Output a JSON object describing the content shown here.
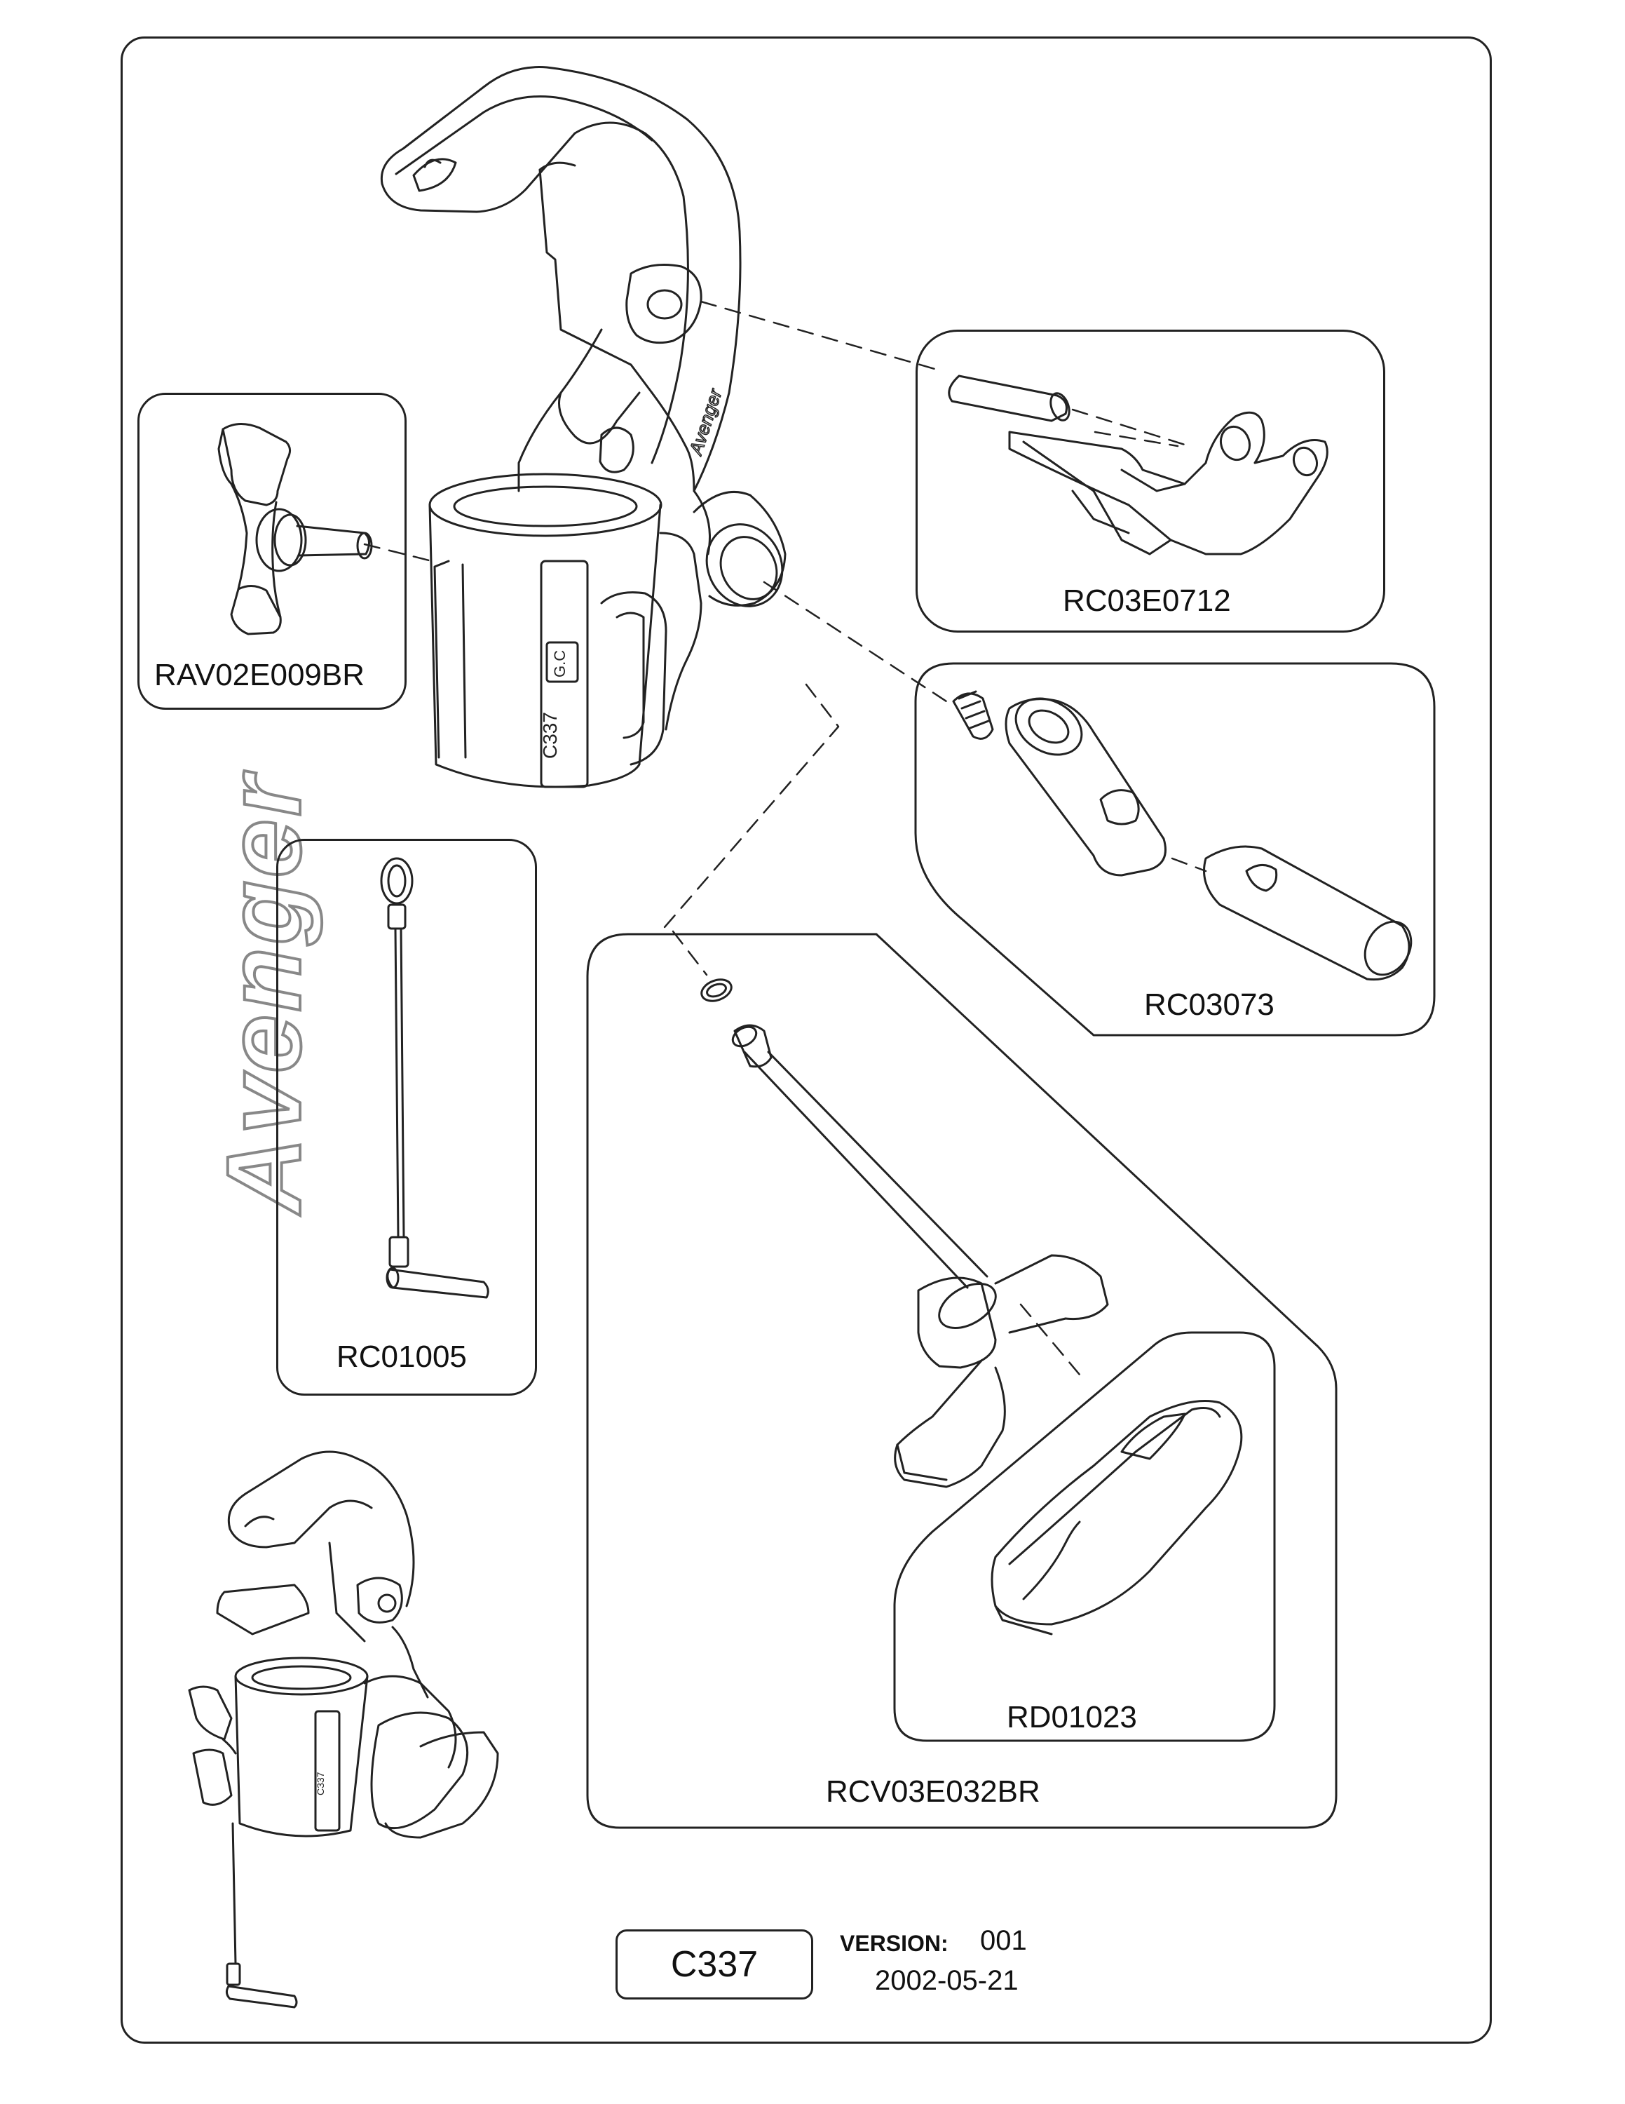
{
  "brand_text": "Avenger",
  "parts": {
    "rav02e009br": "RAV02E009BR",
    "rc03e0712": "RC03E0712",
    "rc03073": "RC03073",
    "rc01005": "RC01005",
    "rcv03e032br": "RCV03E032BR",
    "rd01023": "RD01023"
  },
  "body_markings": {
    "model": "C337",
    "gc": "G.C",
    "brand_on_body": "Avenger"
  },
  "footer": {
    "product_code": "C337",
    "version_label": "VERSION:",
    "version_number": "001",
    "date": "2002-05-21"
  },
  "colors": {
    "line": "#222222",
    "brand_outline": "#888888",
    "background": "#ffffff"
  }
}
